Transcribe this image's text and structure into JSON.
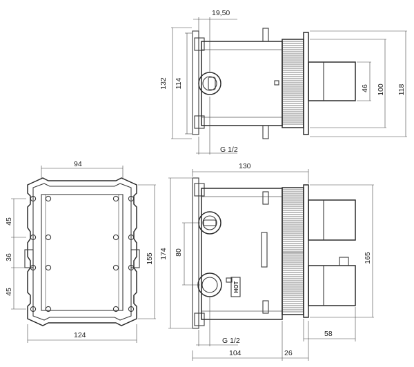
{
  "drawing": {
    "top_view": {
      "dim_top": "19,50",
      "dim_height_outer": "132",
      "dim_height_inner": "114",
      "dim_handle": "46",
      "dim_plate_inner": "100",
      "dim_plate_outer": "118",
      "thread_label": "G 1/2"
    },
    "front_view": {
      "dim_width_top": "94",
      "dim_width_bottom": "124",
      "dim_height": "155",
      "dim_spacing_1": "45",
      "dim_spacing_2": "36",
      "dim_spacing_3": "45"
    },
    "side_view": {
      "dim_overall_width": "130",
      "dim_height": "174",
      "dim_outlet_spacing": "80",
      "dim_plate_height": "165",
      "dim_body_depth": "104",
      "dim_plate_depth": "26",
      "dim_handle_depth": "58",
      "thread_label": "G 1/2",
      "marking": "HOT"
    }
  }
}
